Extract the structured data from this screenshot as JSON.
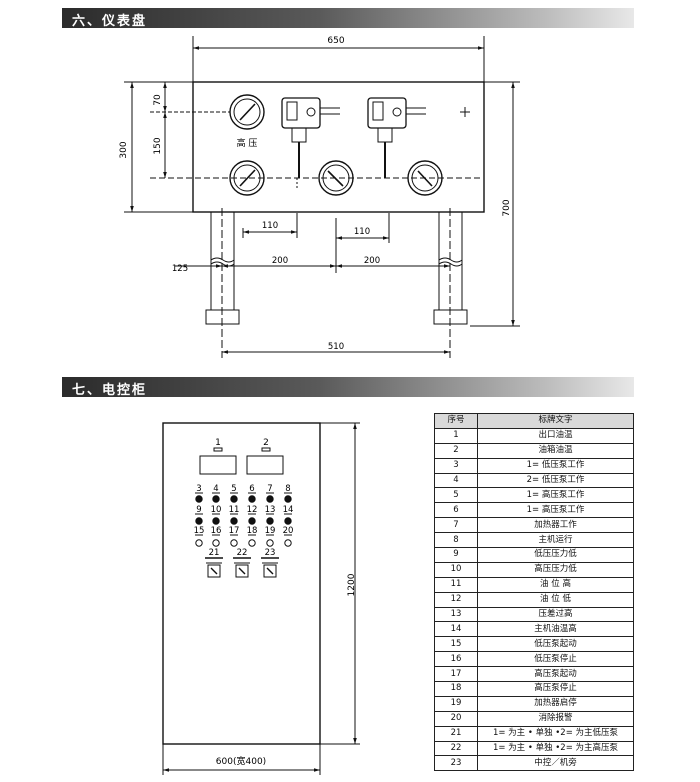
{
  "sections": {
    "instrument_panel": "六、仪表盘",
    "control_cabinet": "七、电控柜"
  },
  "panel_drawing": {
    "dims": {
      "width_total": "650",
      "height_panel": "300",
      "top_offset": "70",
      "row_spacing": "150",
      "total_height": "700",
      "spacing_a": "110",
      "spacing_b": "110",
      "left_margin": "125",
      "span_a": "200",
      "span_b": "200",
      "leg_span": "510"
    },
    "label_high_pressure": "高  压"
  },
  "cabinet_drawing": {
    "dims": {
      "height": "1200",
      "width": "600(宽400)"
    },
    "lamp_labels": [
      "1",
      "2"
    ],
    "row1_labels": [
      "3",
      "4",
      "5",
      "6",
      "7",
      "8"
    ],
    "row2_labels": [
      "9",
      "10",
      "11",
      "12",
      "13",
      "14"
    ],
    "row3_labels": [
      "15",
      "16",
      "17",
      "18",
      "19",
      "20"
    ],
    "switch_labels": [
      "21",
      "22",
      "23"
    ]
  },
  "table": {
    "headers": [
      "序号",
      "标牌文字"
    ],
    "rows": [
      [
        "1",
        "出口油温"
      ],
      [
        "2",
        "油箱油温"
      ],
      [
        "3",
        "1= 低压泵工作"
      ],
      [
        "4",
        "2= 低压泵工作"
      ],
      [
        "5",
        "1= 高压泵工作"
      ],
      [
        "6",
        "1= 高压泵工作"
      ],
      [
        "7",
        "加热器工作"
      ],
      [
        "8",
        "主机运行"
      ],
      [
        "9",
        "低压压力低"
      ],
      [
        "10",
        "高压压力低"
      ],
      [
        "11",
        "油  位  高"
      ],
      [
        "12",
        "油  位  低"
      ],
      [
        "13",
        "压差过高"
      ],
      [
        "14",
        "主机油温高"
      ],
      [
        "15",
        "低压泵起动"
      ],
      [
        "16",
        "低压泵停止"
      ],
      [
        "17",
        "高压泵起动"
      ],
      [
        "18",
        "高压泵停止"
      ],
      [
        "19",
        "加热器启停"
      ],
      [
        "20",
        "消除报警"
      ],
      [
        "21",
        "1= 为主 • 单独 •2= 为主低压泵"
      ],
      [
        "22",
        "1= 为主 • 单独 •2= 为主高压泵"
      ],
      [
        "23",
        "中控／机旁"
      ]
    ]
  }
}
